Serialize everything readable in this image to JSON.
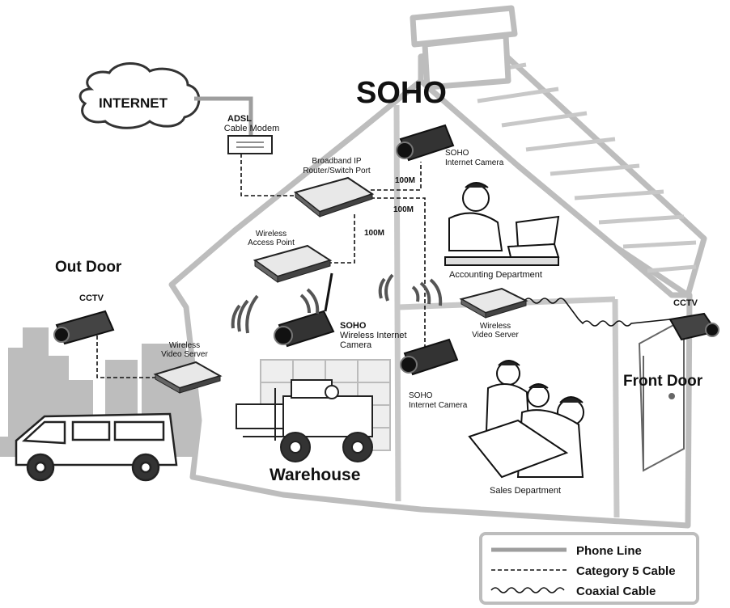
{
  "title": "SOHO",
  "internet": "INTERNET",
  "adsl": {
    "line1": "ADSL",
    "line2": "Cable Modem"
  },
  "router": {
    "line1": "Broadband IP",
    "line2": "Router/Switch Port"
  },
  "access_point": {
    "line1": "Wireless",
    "line2": "Access Point"
  },
  "soho_cam_top": {
    "line1": "SOHO",
    "line2": "Internet Camera"
  },
  "speed_100m_a": "100M",
  "speed_100m_b": "100M",
  "speed_100m_c": "100M",
  "wireless_cam": {
    "line1": "SOHO",
    "line2": "Wireless Internet",
    "line3": "Camera"
  },
  "accounting": "Accounting Department",
  "wireless_vs_right": {
    "line1": "Wireless",
    "line2": "Video Server"
  },
  "soho_cam_mid": {
    "line1": "SOHO",
    "line2": "Internet Camera"
  },
  "sales": "Sales Department",
  "warehouse": "Warehouse",
  "outdoor": "Out Door",
  "frontdoor": "Front Door",
  "cctv_left": "CCTV",
  "cctv_right": "CCTV",
  "wireless_vs_left": {
    "line1": "Wireless",
    "line2": "Video Server"
  },
  "legend": {
    "phone": "Phone Line",
    "cat5": "Category 5 Cable",
    "coax": "Coaxial Cable"
  }
}
